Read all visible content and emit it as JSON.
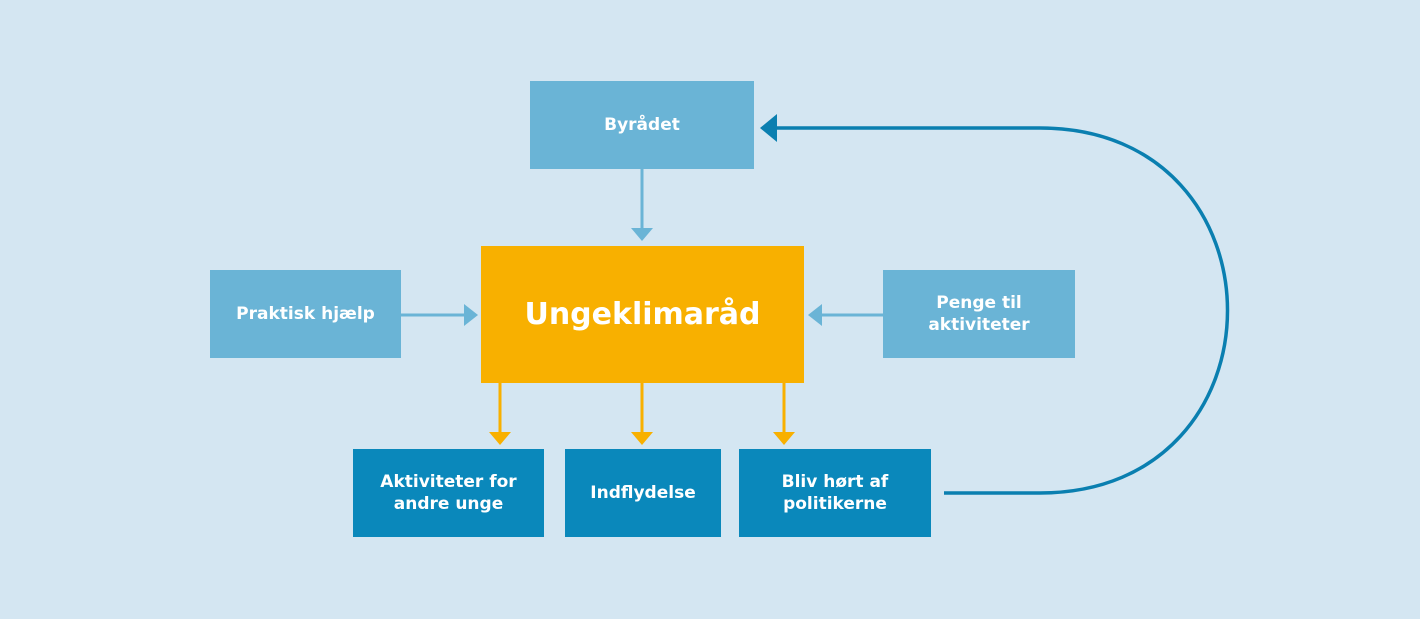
{
  "nodes": {
    "byraadet": "Byrådet",
    "center": "Ungeklimaråd",
    "praktisk": "Praktisk hjælp",
    "penge": "Penge til aktiviteter",
    "aktiviteter": "Aktiviteter for andre unge",
    "indflydelse": "Indflydelse",
    "bliv_hoert": "Bliv hørt af politikerne"
  },
  "colors": {
    "background": "#d4e6f2",
    "input_box": "#6ab4d6",
    "output_box": "#0a88bb",
    "center_box": "#f8b000",
    "feedback_arrow": "#0a7fb0"
  }
}
